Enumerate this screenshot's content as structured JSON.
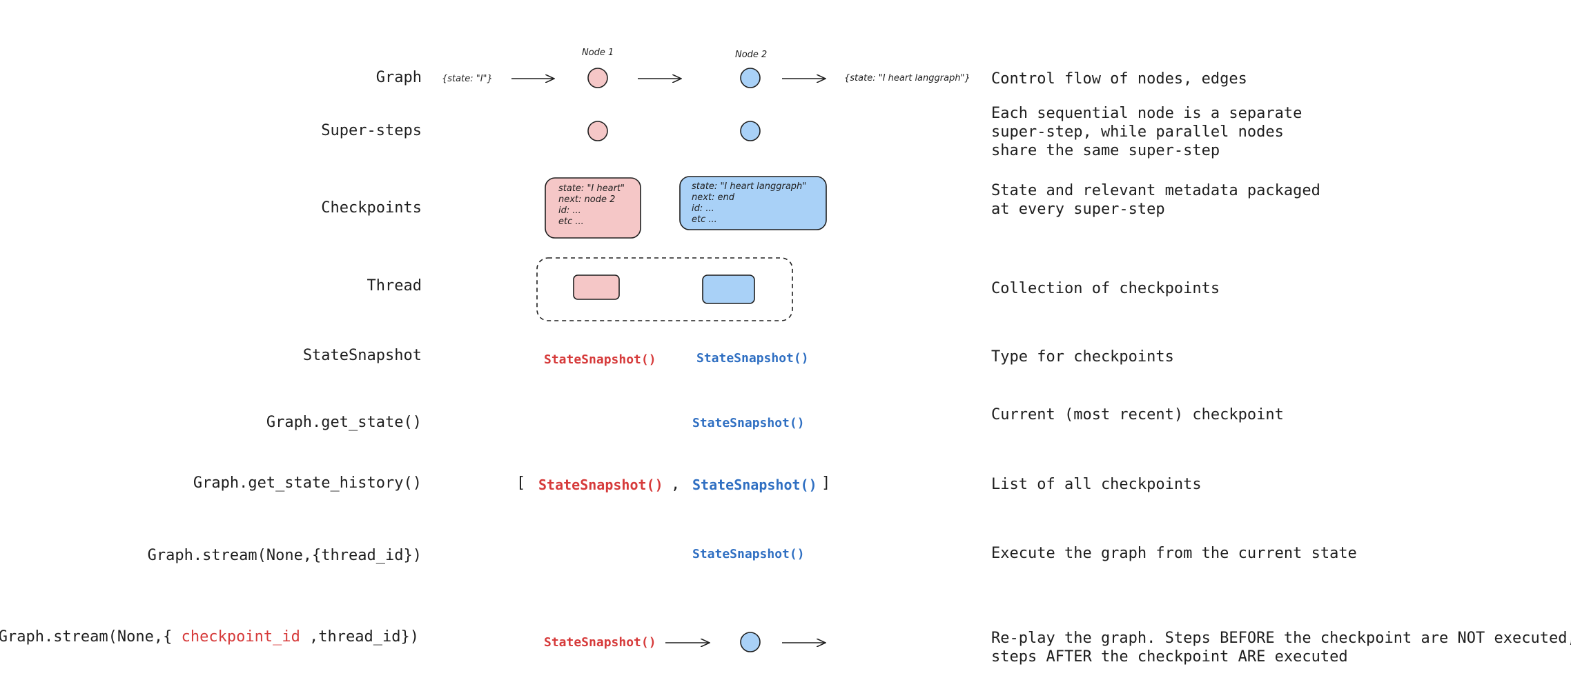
{
  "colors": {
    "red_node": "#f5c7c7",
    "blue_node": "#a9d1f7",
    "red_text": "#d63a3a",
    "blue_text": "#2f6fc2"
  },
  "rows": [
    {
      "label": "Graph",
      "description": [
        "Control flow of nodes, edges"
      ]
    },
    {
      "label": "Super-steps",
      "description": [
        "Each sequential node is a separate",
        "super-step, while parallel nodes",
        "share the same super-step"
      ]
    },
    {
      "label": "Checkpoints",
      "description": [
        "State and relevant metadata packaged",
        "at every super-step"
      ]
    },
    {
      "label": "Thread",
      "description": [
        "Collection of checkpoints"
      ]
    },
    {
      "label": "StateSnapshot",
      "description": [
        "Type for checkpoints"
      ]
    },
    {
      "label": "Graph.get_state()",
      "description": [
        "Current (most recent) checkpoint"
      ]
    },
    {
      "label": "Graph.get_state_history()",
      "description": [
        "List of all checkpoints"
      ]
    },
    {
      "label": "Graph.stream(None,{thread_id})",
      "description": [
        "Execute the graph from the current state"
      ]
    },
    {
      "label_parts": [
        "Graph.stream(None,{ ",
        "checkpoint_id",
        " ,thread_id})"
      ],
      "description": [
        "Re-play the graph. Steps BEFORE the checkpoint are NOT executed,",
        "steps AFTER the checkpoint ARE executed"
      ]
    }
  ],
  "graph": {
    "node1_label": "Node 1",
    "node2_label": "Node 2",
    "input_state": "{state: \"I\"}",
    "output_state": "{state: \"I heart langgraph\"}"
  },
  "checkpoints": {
    "red": [
      "state: \"I heart\"",
      "next: node 2",
      "id: ...",
      "etc ..."
    ],
    "blue": [
      "state: \"I heart langgraph\"",
      "next: end",
      "id: ...",
      "etc ..."
    ]
  },
  "snapshot_text": "StateSnapshot()",
  "history": {
    "open": "[",
    "sep": ",",
    "close": "]"
  }
}
